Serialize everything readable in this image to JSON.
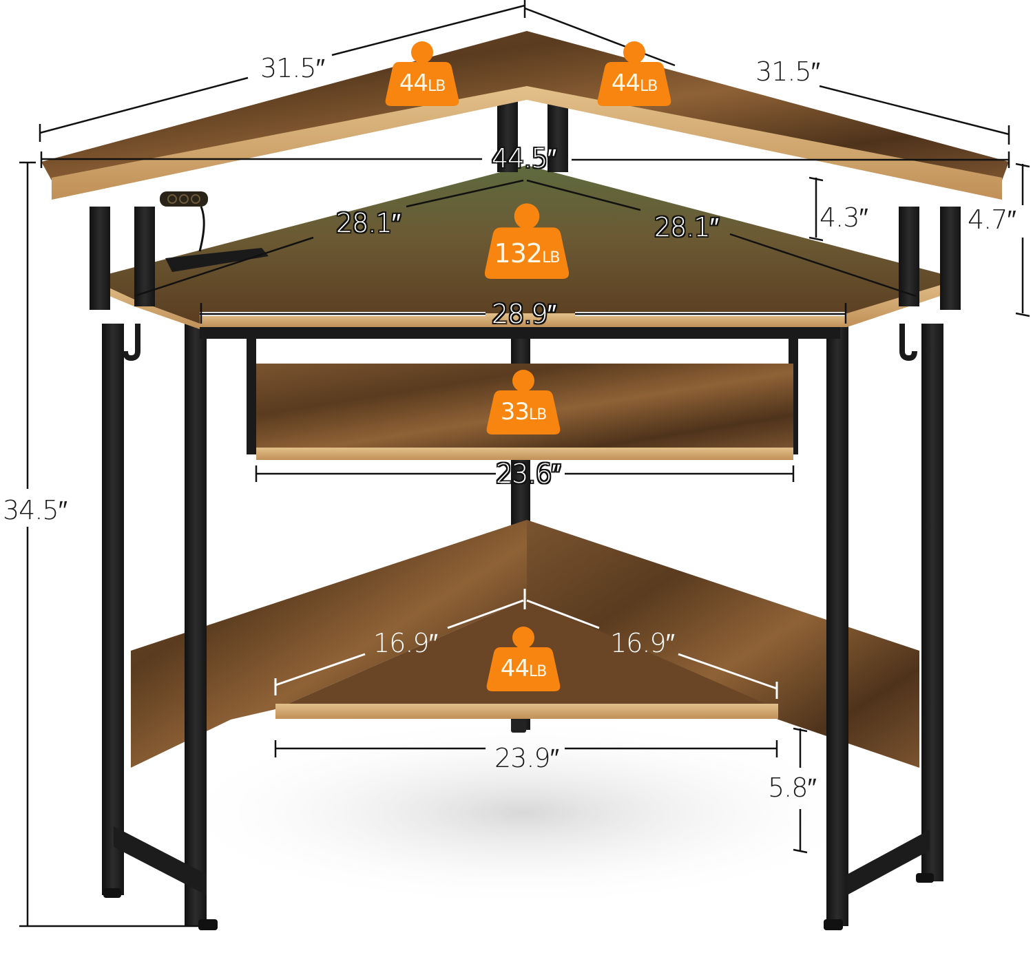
{
  "product": "Corner desk with hutch, keyboard tray and bottom shelf",
  "colors": {
    "badge_orange": "#f7850f",
    "wood_dark": "#5a3b1f",
    "wood_mid": "#8a5c30",
    "wood_edge": "#d9b27a",
    "frame_black": "#1e1e1e",
    "dimension_line": "#111111",
    "desktop_green_tint": "#6f7a4a"
  },
  "dimensions": {
    "hutch_left_side": "31.5″",
    "hutch_right_side": "31.5″",
    "overall_width": "44.5″",
    "desktop_left_depth": "28.1″",
    "desktop_right_depth": "28.1″",
    "desktop_front_width": "28.9″",
    "hutch_clearance": "4.3″",
    "hutch_height": "4.7″",
    "keyboard_tray_width": "23.6″",
    "overall_height": "34.5″",
    "bottom_shelf_left_side": "16.9″",
    "bottom_shelf_right_side": "16.9″",
    "bottom_shelf_front_width": "23.9″",
    "bottom_shelf_floor_clearance": "5.8″"
  },
  "load_capacities": {
    "unit": "LB",
    "hutch_left": "44",
    "hutch_right": "44",
    "desktop": "132",
    "keyboard_tray": "33",
    "bottom_shelf": "44"
  }
}
